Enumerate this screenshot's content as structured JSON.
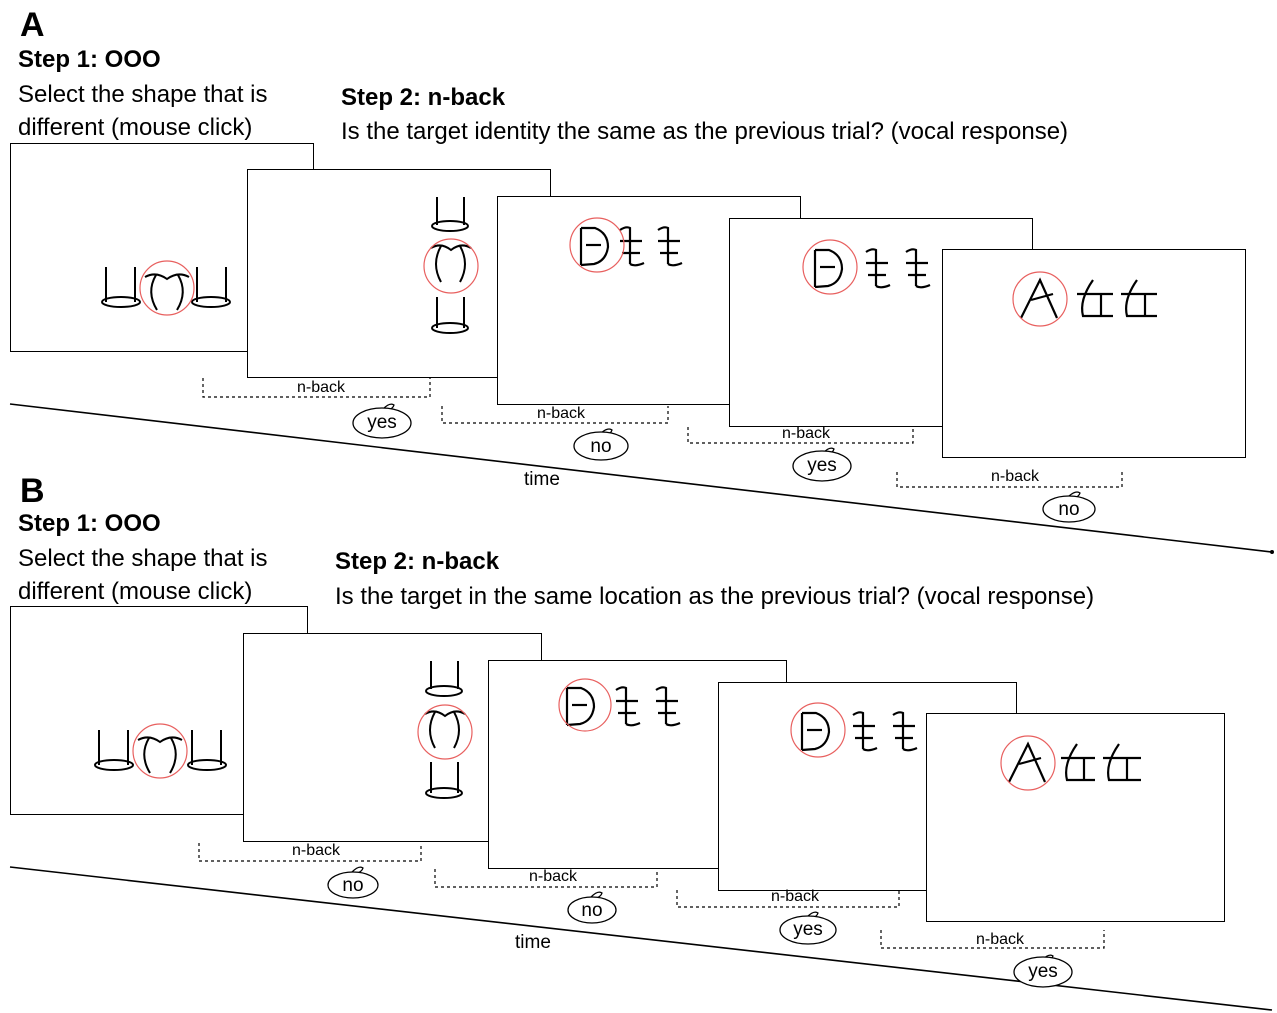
{
  "panels": {
    "a": {
      "letter": "A",
      "step1_title": "Step 1: OOO",
      "step1_line1": "Select the shape that is",
      "step1_line2": "different (mouse click)",
      "step2_title": "Step 2: n-back",
      "step2_desc": "Is the target identity the same as the previous trial? (vocal response)",
      "nback_label": "n-back",
      "time_label": "time",
      "responses": [
        "yes",
        "no",
        "yes",
        "no"
      ]
    },
    "b": {
      "letter": "B",
      "step1_title": "Step 1: OOO",
      "step1_line1": "Select the shape that is",
      "step1_line2": "different (mouse click)",
      "step2_title": "Step 2: n-back",
      "step2_desc": "Is the target in the same location as the previous trial? (vocal response)",
      "nback_label": "n-back",
      "time_label": "time",
      "responses": [
        "no",
        "no",
        "yes",
        "yes"
      ]
    }
  },
  "colors": {
    "target_circle": "#e8605f",
    "stroke": "#000000"
  }
}
